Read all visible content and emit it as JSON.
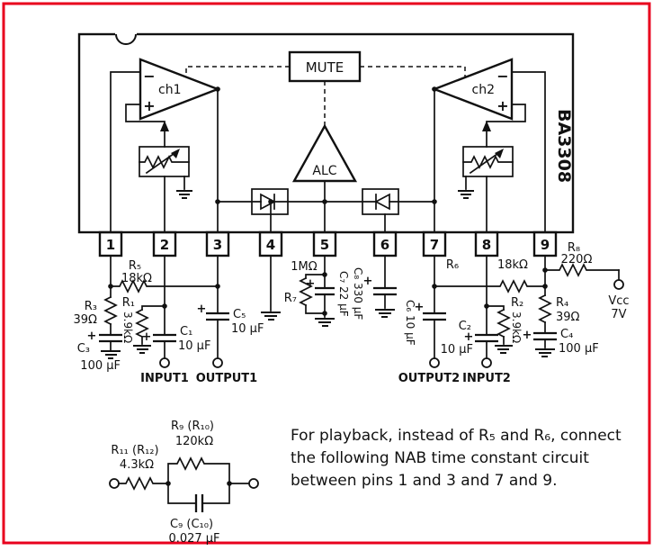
{
  "colors": {
    "border": "#e8001d",
    "ink": "#111111"
  },
  "symbols": {
    "plus": "+",
    "minus": "−"
  },
  "ic": {
    "part": "BA3308",
    "mute": "MUTE",
    "alc": "ALC",
    "ch1": "ch1",
    "ch2": "ch2",
    "pins": [
      "1",
      "2",
      "3",
      "4",
      "5",
      "6",
      "7",
      "8",
      "9"
    ]
  },
  "left": {
    "r5": "R₅",
    "r5_val": "18kΩ",
    "r3": "R₃",
    "r3_val": "39Ω",
    "c3": "C₃",
    "c3_val": "100 µF",
    "r1": "R₁",
    "r1_val": "3.9kΩ",
    "c1": "C₁",
    "c1_val": "10 µF",
    "c5": "C₅",
    "c5_val": "10 µF",
    "input1": "INPUT1",
    "output1": "OUTPUT1"
  },
  "center": {
    "r7": "R₇",
    "r7_val": "1MΩ",
    "c7": "C₇ 22 µF",
    "c8": "C₈ 330 µF"
  },
  "right": {
    "r6": "R₆",
    "r6_val": "18kΩ",
    "c6": "C₆ 10 µF",
    "r2": "R₂",
    "r2_val": "3.9kΩ",
    "c2": "C₂",
    "c2_val": "10 µF",
    "r4": "R₄",
    "r4_val": "39Ω",
    "c4": "C₄",
    "c4_val": "100 µF",
    "r8": "R₈",
    "r8_val": "220Ω",
    "vcc": "Vcc",
    "vcc_v": "7V",
    "output2": "OUTPUT2",
    "input2": "INPUT2"
  },
  "nab": {
    "r9": "R₉ (R₁₀)",
    "r9_val": "120kΩ",
    "r11": "R₁₁ (R₁₂)",
    "r11_val": "4.3kΩ",
    "c9": "C₉ (C₁₀)",
    "c9_val": "0.027 µF"
  },
  "note": {
    "line1": "For playback, instead of R₅ and R₆, connect",
    "line2": "the following NAB time constant circuit",
    "line3": "between pins 1 and 3 and 7 and 9."
  }
}
